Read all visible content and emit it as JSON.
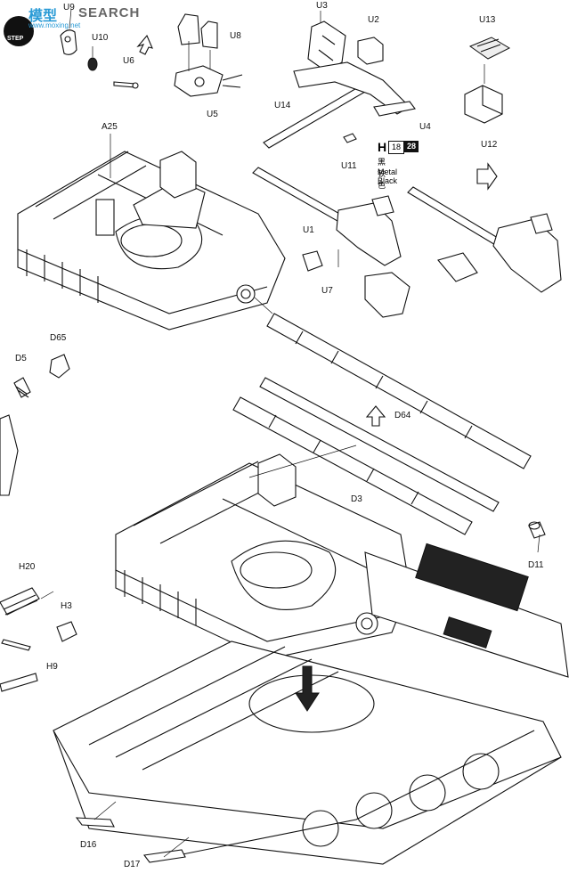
{
  "watermark": {
    "site_cn": "模型",
    "site_url": "www.moxing.net",
    "search": "SEARCH",
    "step": "STEP"
  },
  "paint_callout": {
    "code": "H",
    "num1": "18",
    "num2": "28",
    "name_cn": "黑铁色",
    "name_en": "Metal Black"
  },
  "part_labels": {
    "u9": "U9",
    "u10": "U10",
    "u6": "U6",
    "u8": "U8",
    "u5": "U5",
    "u3": "U3",
    "u2": "U2",
    "u13": "U13",
    "u14": "U14",
    "u4": "U4",
    "u11": "U11",
    "u12": "U12",
    "a25": "A25",
    "u1": "U1",
    "u7": "U7",
    "d65": "D65",
    "d5": "D5",
    "d64": "D64",
    "d3": "D3",
    "d11": "D11",
    "h20": "H20",
    "h3": "H3",
    "h9": "H9",
    "d16": "D16",
    "d17": "D17"
  },
  "colors": {
    "line": "#111111",
    "logo_blue": "#2a9bd6",
    "logo_grey": "#666666"
  }
}
